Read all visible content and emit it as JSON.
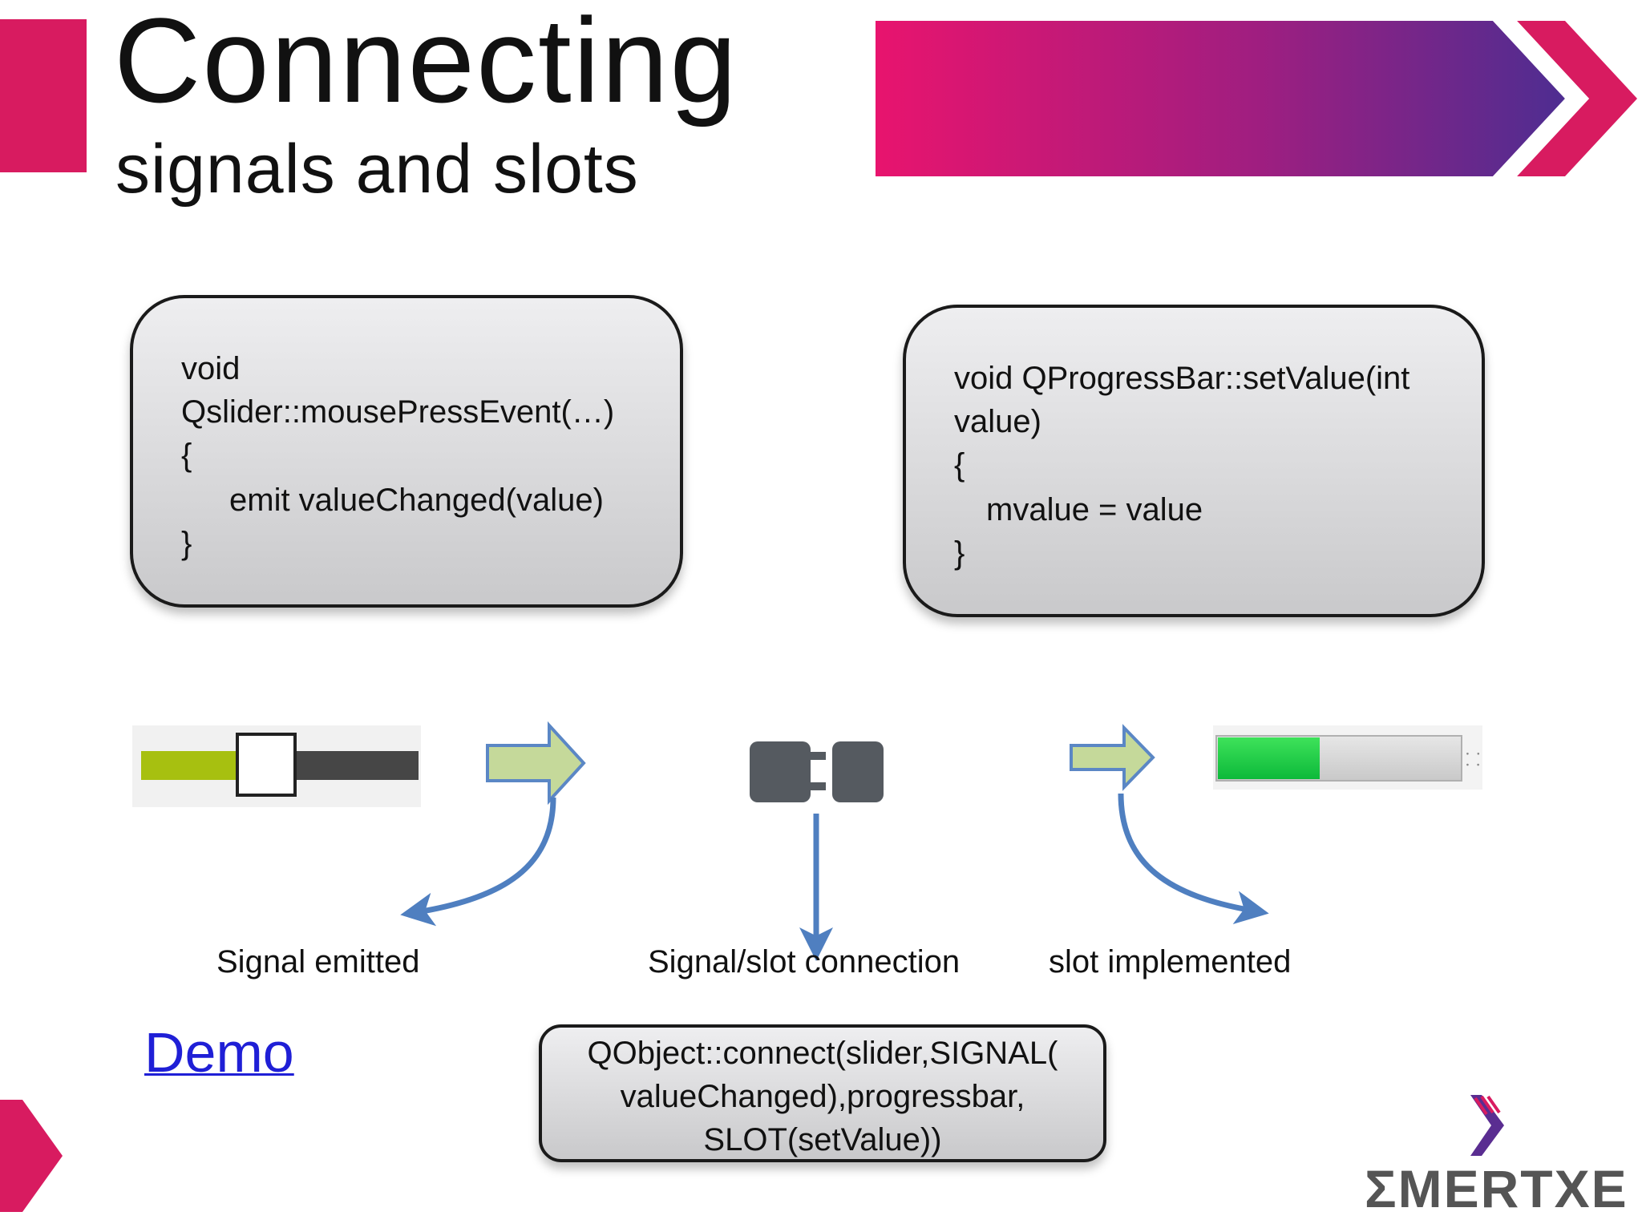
{
  "header": {
    "title": "Connecting",
    "subtitle": "signals and slots"
  },
  "signal_box": {
    "lines": [
      "void",
      "Qslider::mousePressEvent(…)",
      "{",
      "emit valueChanged(value)",
      "}"
    ]
  },
  "slot_box": {
    "lines": [
      "void QProgressBar::setValue(int",
      "value)",
      "{",
      "mvalue = value",
      "}"
    ]
  },
  "slider": {
    "value": 0.45
  },
  "progress": {
    "value": 0.42
  },
  "labels": {
    "signal_emitted": "Signal emitted",
    "connection": "Signal/slot connection",
    "slot_implemented": "slot implemented"
  },
  "demo_link": "Demo",
  "connect_code": {
    "lines": [
      "QObject::connect(slider,SIGNAL(",
      "valueChanged),progressbar,",
      "SLOT(setValue))"
    ]
  },
  "icons": {
    "arrows": "block-arrow-right-icon",
    "plug": "plug-icon"
  },
  "colors": {
    "accent_pink": "#d81b60",
    "accent_purple": "#5a2d91",
    "arrow_fill": "#c5d99a",
    "arrow_stroke": "#5b87c5",
    "curve_blue": "#4f7fc0",
    "link_blue": "#1f1fd6"
  },
  "logo": {
    "text": "ƩMERTXE"
  }
}
